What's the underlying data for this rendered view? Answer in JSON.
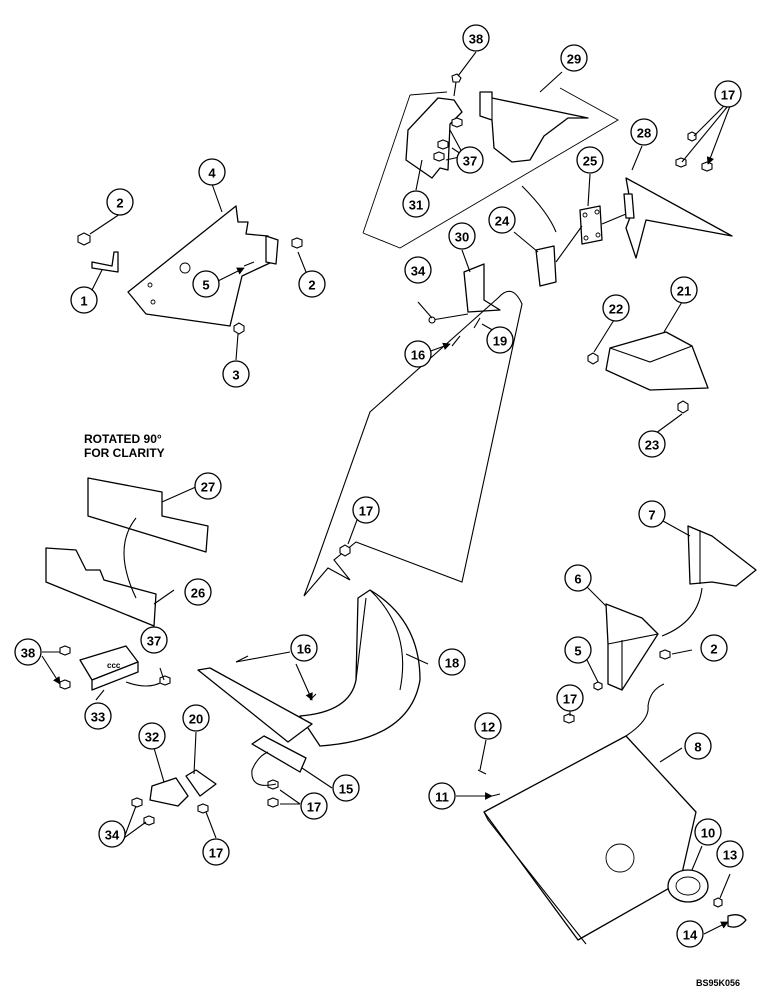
{
  "note": {
    "line1": "ROTATED 90°",
    "line2": "FOR CLARITY"
  },
  "figure_code": "BS95K056",
  "callouts": [
    "38",
    "29",
    "17",
    "28",
    "37",
    "31",
    "25",
    "4",
    "2",
    "24",
    "30",
    "5",
    "2",
    "1",
    "34",
    "22",
    "21",
    "19",
    "16",
    "3",
    "23",
    "27",
    "17",
    "7",
    "26",
    "6",
    "5",
    "2",
    "38",
    "37",
    "16",
    "18",
    "33",
    "17",
    "12",
    "8",
    "32",
    "20",
    "15",
    "11",
    "17",
    "34",
    "17",
    "10",
    "13",
    "14"
  ]
}
